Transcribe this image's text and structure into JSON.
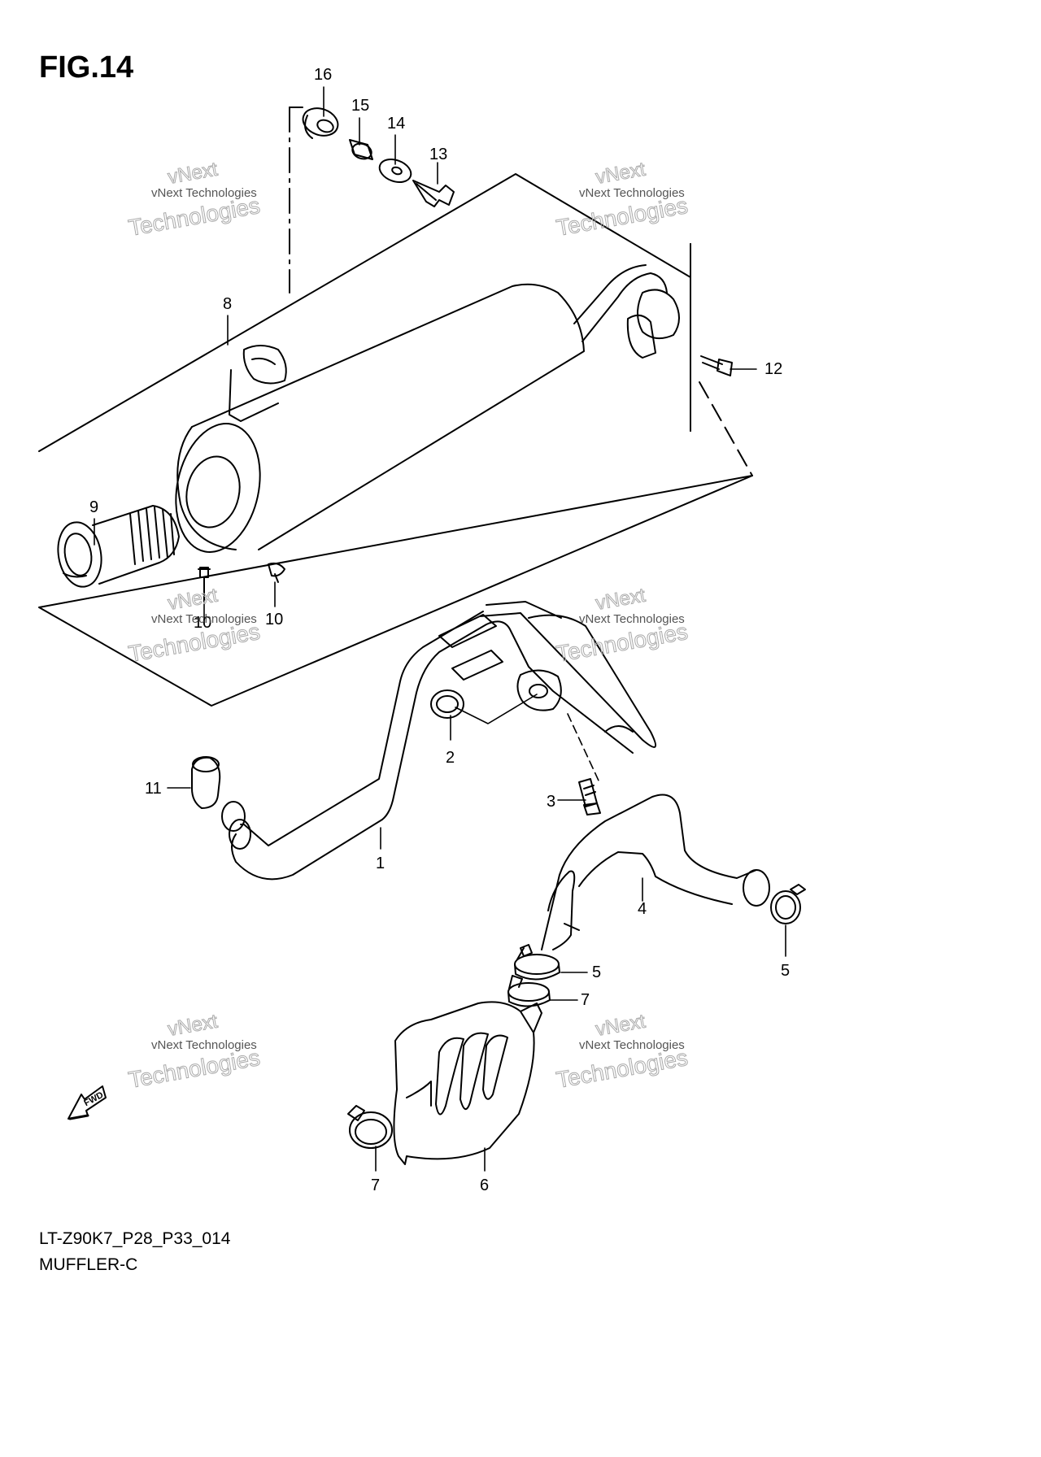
{
  "figure": {
    "title": "FIG.14"
  },
  "captions": {
    "model_code": "LT-Z90K7_P28_P33_014",
    "section_name": "MUFFLER-C"
  },
  "watermark": {
    "line1": "vNext Technologies",
    "line2": "Technologies",
    "line3": "vNext"
  },
  "fwd_label": "FWD",
  "callouts": {
    "c1": "1",
    "c2": "2",
    "c3": "3",
    "c4": "4",
    "c5a": "5",
    "c5b": "5",
    "c6": "6",
    "c7a": "7",
    "c7b": "7",
    "c8": "8",
    "c9": "9",
    "c10a": "10",
    "c10b": "10",
    "c11": "11",
    "c12": "12",
    "c13": "13",
    "c14": "14",
    "c15": "15",
    "c16": "16"
  }
}
